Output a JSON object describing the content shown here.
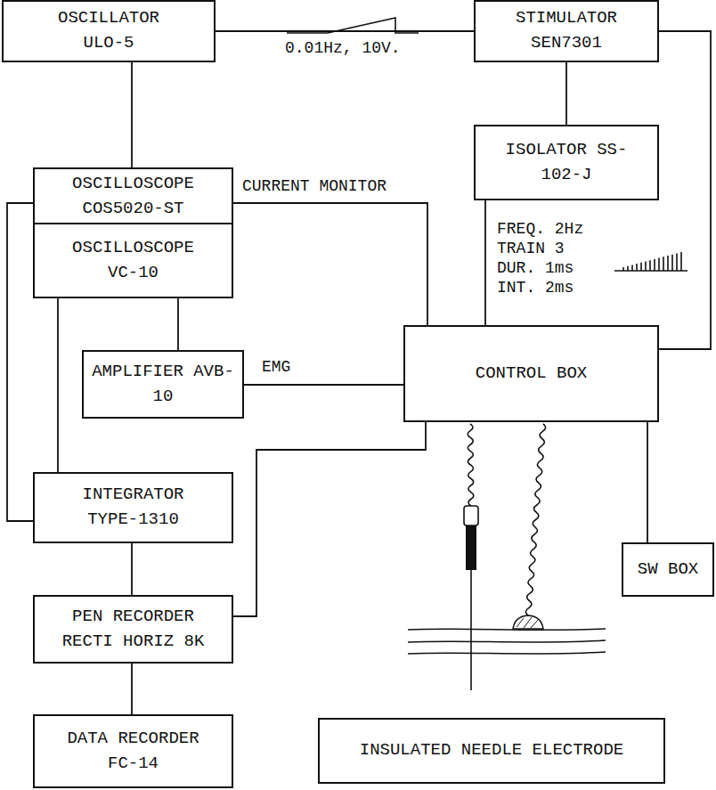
{
  "diagram": {
    "nodes": [
      {
        "text": [
          "OSCILLATOR ULO-5"
        ]
      },
      {
        "text": [
          "STIMULATOR SEN7301"
        ]
      },
      {
        "text": [
          "OSCILLOSCOPE COS5020-ST"
        ]
      },
      {
        "text": [
          "OSCILLOSCOPE VC-10"
        ]
      },
      {
        "text": [
          "ISOLATOR SS-102-J"
        ]
      },
      {
        "text": [
          "AMPLIFIER AVB-10"
        ]
      },
      {
        "text": [
          "CONTROL BOX"
        ]
      },
      {
        "text": [
          "INTEGRATOR TYPE-1310"
        ]
      },
      {
        "text": [
          "SW BOX"
        ]
      },
      {
        "text": [
          "PEN RECORDER RECTI HORIZ 8K"
        ]
      },
      {
        "text": [
          "DATA RECORDER FC-14"
        ]
      },
      {
        "text": [
          "INSULATED NEEDLE ELECTRODE"
        ]
      }
    ],
    "edges": [
      {
        "from": 0,
        "to": 1,
        "label": "0.01Hz, 10V.",
        "arrow": "none"
      },
      {
        "from": 0,
        "to": 2,
        "arrow": "none"
      },
      {
        "from": 1,
        "to": 4,
        "arrow": "none"
      },
      {
        "from": 1,
        "to": 6,
        "arrow": "none"
      },
      {
        "from": 4,
        "to": 6,
        "arrow": "none"
      },
      {
        "from": 2,
        "to": 6,
        "label": "CURRENT MONITOR",
        "arrow": "none"
      },
      {
        "from": 3,
        "to": 5,
        "arrow": "none"
      },
      {
        "from": 5,
        "to": 6,
        "label": "EMG",
        "arrow": "none"
      },
      {
        "from": 2,
        "to": 7,
        "arrow": "none"
      },
      {
        "from": 3,
        "to": 7,
        "arrow": "none"
      },
      {
        "from": 7,
        "to": 9,
        "arrow": "none"
      },
      {
        "from": 9,
        "to": 6,
        "arrow": "none"
      },
      {
        "from": 9,
        "to": 10,
        "arrow": "none"
      },
      {
        "from": 6,
        "to": 8,
        "arrow": "none"
      }
    ],
    "labels": [
      "FREQ. 2Hz",
      "TRAIN 3",
      "DUR. 1ms",
      "INT. 2ms"
    ]
  }
}
